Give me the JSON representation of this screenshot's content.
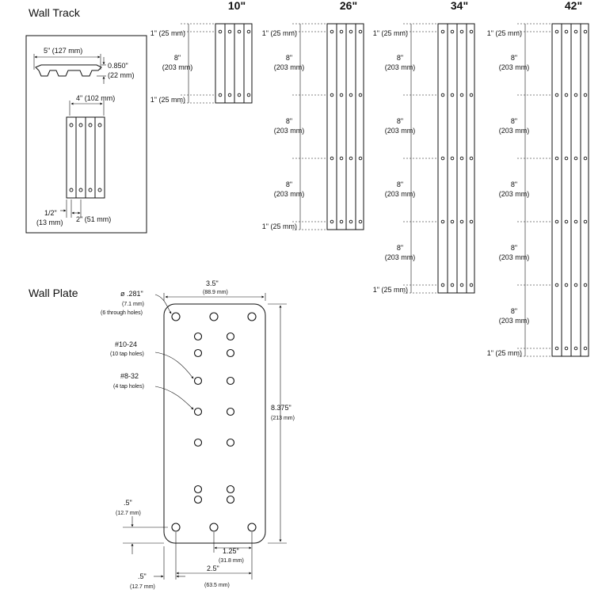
{
  "wall_track": {
    "title": "Wall Track",
    "profile_width": "5\" (127 mm)",
    "profile_height_in": "0.850\"",
    "profile_height_mm": "(22 mm)",
    "front_width": "4\" (102 mm)",
    "edge_in": "1/2\"",
    "edge_mm": "(13 mm)",
    "spacing": "2\" (51 mm)"
  },
  "tracks": [
    {
      "label": "10\"",
      "segments": 1
    },
    {
      "label": "26\"",
      "segments": 3
    },
    {
      "label": "34\"",
      "segments": 4
    },
    {
      "label": "42\"",
      "segments": 5
    }
  ],
  "track_dims": {
    "end": "1\" (25 mm)",
    "span_in": "8\"",
    "span_mm": "(203 mm)"
  },
  "wall_plate": {
    "title": "Wall Plate",
    "width_in": "3.5\"",
    "width_mm": "(88.9 mm)",
    "height_in": "8.375\"",
    "height_mm": "(213 mm)",
    "through_in": "ø .281\"",
    "through_mm": "(7.1 mm)",
    "through_note": "(6 through holes)",
    "tap1": "#10-24",
    "tap1_note": "(10 tap holes)",
    "tap2": "#8-32",
    "tap2_note": "(4 tap holes)",
    "edge_v_in": ".5\"",
    "edge_v_mm": "(12.7 mm)",
    "gap_in": "1.25\"",
    "gap_mm": "(31.8 mm)",
    "edge_h_in": ".5\"",
    "edge_h_mm": "(12.7 mm)",
    "spacing_in": "2.5\"",
    "spacing_mm": "(63.5 mm)"
  }
}
